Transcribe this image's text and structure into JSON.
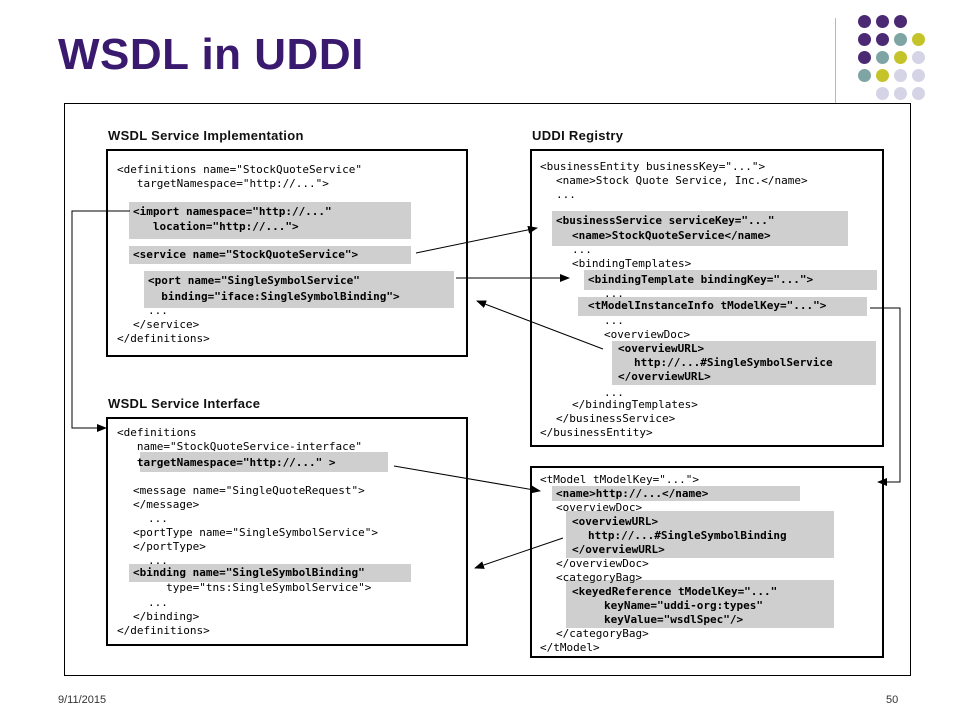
{
  "slide": {
    "title": "WSDL in UDDI",
    "date": "9/11/2015",
    "page_number": "50"
  },
  "theme": {
    "title_color": "#3a1a6e",
    "dot_colors": [
      "#4b2a73",
      "#7fa4a4",
      "#c4c42a",
      "#d4d4e6"
    ]
  },
  "sections": {
    "impl_title": "WSDL Service Implementation",
    "interface_title": "WSDL Service Interface",
    "registry_title": "UDDI Registry"
  },
  "impl_lines": [
    "<definitions name=\"StockQuoteService\"",
    "   targetNamespace=\"http://...\">",
    "<import namespace=\"http://...\"",
    "   location=\"http://...\">",
    "<service name=\"StockQuoteService\">",
    "<port name=\"SingleSymbolService\"",
    "  binding=\"iface:SingleSymbolBinding\">",
    "...",
    "</service>",
    "</definitions>"
  ],
  "interface_lines": [
    "<definitions",
    "   name=\"StockQuoteService-interface\"",
    "   targetNamespace=\"http://...\" >",
    "<message name=\"SingleQuoteRequest\">",
    "</message>",
    "...",
    "<portType name=\"SingleSymbolService\">",
    "</portType>",
    "...",
    "<binding name=\"SingleSymbolBinding\"",
    "     type=\"tns:SingleSymbolService\">",
    "...",
    "</binding>",
    "</definitions>"
  ],
  "registry_lines": [
    "<businessEntity businessKey=\"...\">",
    "<name>Stock Quote Service, Inc.</name>",
    "...",
    "<businessService serviceKey=\"...\"",
    "<name>StockQuoteService</name>",
    "...",
    "<bindingTemplates>",
    "<bindingTemplate bindingKey=\"...\">",
    "...",
    "<tModelInstanceInfo tModelKey=\"...\">",
    "...",
    "<overviewDoc>",
    "<overviewURL>",
    "http://...#SingleSymbolService",
    "</overviewURL>",
    "...",
    "</bindingTemplates>",
    "</businessService>",
    "</businessEntity>"
  ],
  "tmodel_lines": [
    "<tModel tModelKey=\"...\">",
    "<name>http://...</name>",
    "<overviewDoc>",
    "<overviewURL>",
    "http://...#SingleSymbolBinding",
    "</overviewURL>",
    "</overviewDoc>",
    "<categoryBag>",
    "<keyedReference tModelKey=\"...\"",
    "keyName=\"uddi-org:types\"",
    "keyValue=\"wsdlSpec\"/>",
    "</categoryBag>",
    "</tModel>"
  ]
}
